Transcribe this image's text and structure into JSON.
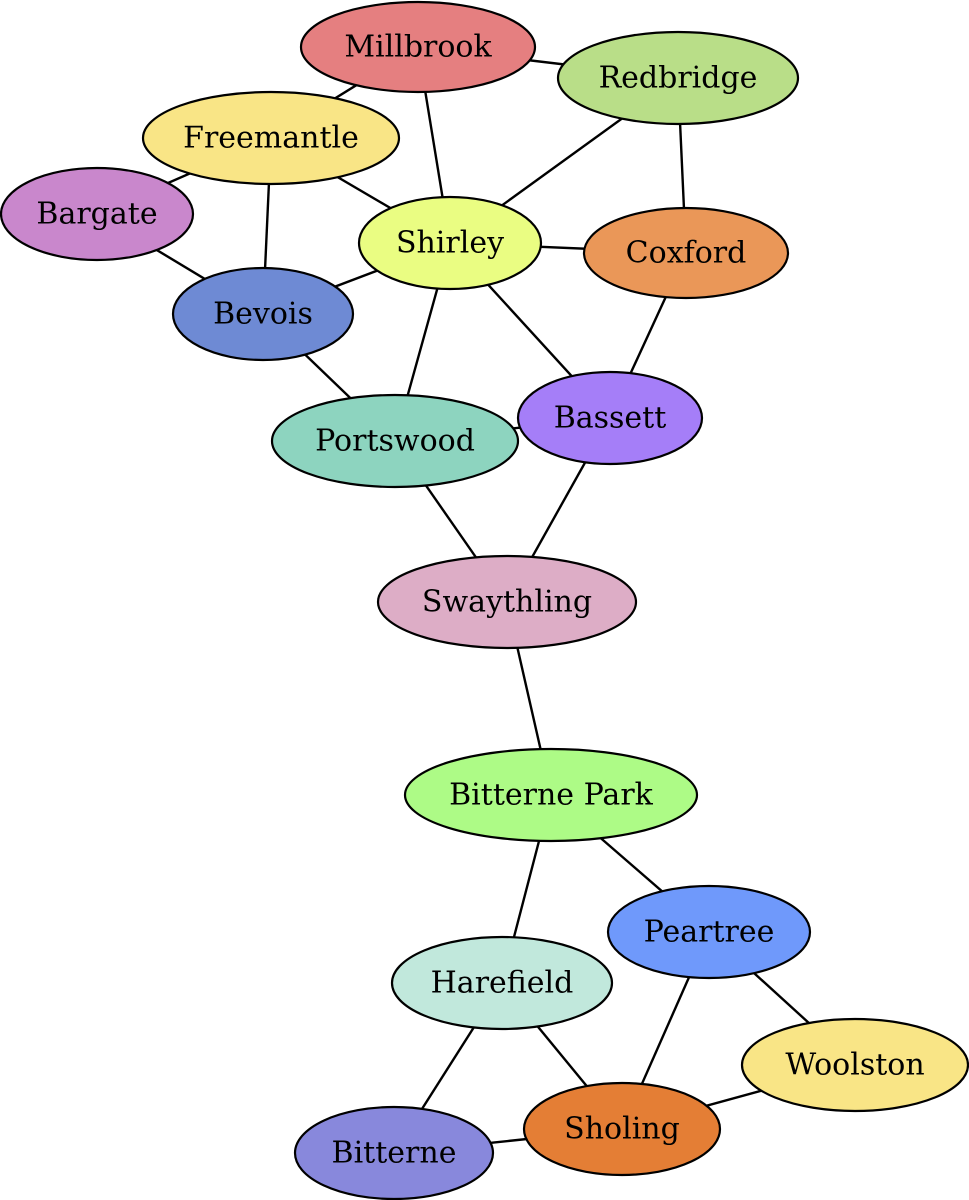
{
  "title": "Southampton wards adjacency graph",
  "nodes": [
    {
      "id": "millbrook",
      "label": "Millbrook",
      "color": "#e57f80"
    },
    {
      "id": "redbridge",
      "label": "Redbridge",
      "color": "#b9de88"
    },
    {
      "id": "freemantle",
      "label": "Freemantle",
      "color": "#f9e586"
    },
    {
      "id": "bargate",
      "label": "Bargate",
      "color": "#c987cc"
    },
    {
      "id": "shirley",
      "label": "Shirley",
      "color": "#eafd82"
    },
    {
      "id": "coxford",
      "label": "Coxford",
      "color": "#ea9758"
    },
    {
      "id": "bevois",
      "label": "Bevois",
      "color": "#6e8ad4"
    },
    {
      "id": "portswood",
      "label": "Portswood",
      "color": "#8dd4bf"
    },
    {
      "id": "bassett",
      "label": "Bassett",
      "color": "#a57ef8"
    },
    {
      "id": "swaythling",
      "label": "Swaythling",
      "color": "#ddadc6"
    },
    {
      "id": "bitterne_park",
      "label": "Bitterne Park",
      "color": "#adfb86"
    },
    {
      "id": "peartree",
      "label": "Peartree",
      "color": "#6f99fb"
    },
    {
      "id": "harefield",
      "label": "Harefield",
      "color": "#c1e8dc"
    },
    {
      "id": "woolston",
      "label": "Woolston",
      "color": "#f9e586"
    },
    {
      "id": "sholing",
      "label": "Sholing",
      "color": "#e47e35"
    },
    {
      "id": "bitterne",
      "label": "Bitterne",
      "color": "#8888dc"
    }
  ],
  "edges": [
    [
      "millbrook",
      "redbridge"
    ],
    [
      "millbrook",
      "freemantle"
    ],
    [
      "millbrook",
      "shirley"
    ],
    [
      "redbridge",
      "shirley"
    ],
    [
      "redbridge",
      "coxford"
    ],
    [
      "freemantle",
      "bargate"
    ],
    [
      "freemantle",
      "shirley"
    ],
    [
      "freemantle",
      "bevois"
    ],
    [
      "bargate",
      "bevois"
    ],
    [
      "shirley",
      "coxford"
    ],
    [
      "shirley",
      "bevois"
    ],
    [
      "shirley",
      "portswood"
    ],
    [
      "shirley",
      "bassett"
    ],
    [
      "coxford",
      "bassett"
    ],
    [
      "bevois",
      "portswood"
    ],
    [
      "portswood",
      "bassett"
    ],
    [
      "portswood",
      "swaythling"
    ],
    [
      "bassett",
      "swaythling"
    ],
    [
      "swaythling",
      "bitterne_park"
    ],
    [
      "bitterne_park",
      "harefield"
    ],
    [
      "bitterne_park",
      "peartree"
    ],
    [
      "peartree",
      "woolston"
    ],
    [
      "peartree",
      "sholing"
    ],
    [
      "harefield",
      "sholing"
    ],
    [
      "harefield",
      "bitterne"
    ],
    [
      "sholing",
      "woolston"
    ],
    [
      "sholing",
      "bitterne"
    ]
  ]
}
